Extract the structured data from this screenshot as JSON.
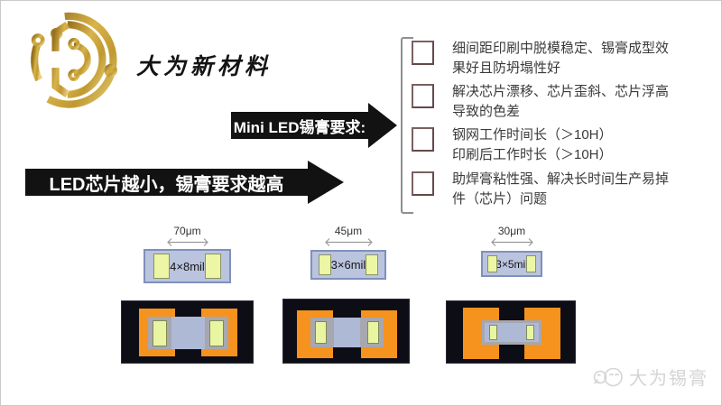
{
  "brand": {
    "name": "大为新材料",
    "logo_gold": "#c9a23a"
  },
  "arrows": {
    "mini_led_label": "Mini LED锡膏要求:",
    "chip_smaller_label": "LED芯片越小，锡膏要求越高",
    "arrow_color": "#121212"
  },
  "requirements": {
    "items": [
      {
        "lines": [
          "细间距印刷中脱模稳定、锡膏成型效",
          "果好且防坍塌性好"
        ]
      },
      {
        "lines": [
          "解决芯片漂移、芯片歪斜、芯片浮高",
          "导致的色差"
        ]
      },
      {
        "lines": [
          "钢网工作时间长（＞10H）",
          "印刷后工作时长（＞10H）"
        ]
      },
      {
        "lines": [
          "助焊膏粘性强、解决长时间生产易掉",
          "件（芯片）问题"
        ]
      }
    ],
    "checkbox_color": "#7a6060"
  },
  "chips": [
    {
      "pitch": "70μm",
      "size": "4×8mil"
    },
    {
      "pitch": "45μm",
      "size": "3×6mil"
    },
    {
      "pitch": "30μm",
      "size": "3×5mil"
    }
  ],
  "diagram_colors": {
    "pcb_black": "#0d0d15",
    "pad_orange": "#f6921e",
    "solder_gray": "#a7a7af",
    "die_lavender": "#aeb9d6",
    "electrode_yellow": "#e9f5a1"
  },
  "watermark": {
    "text": "大为锡膏"
  }
}
